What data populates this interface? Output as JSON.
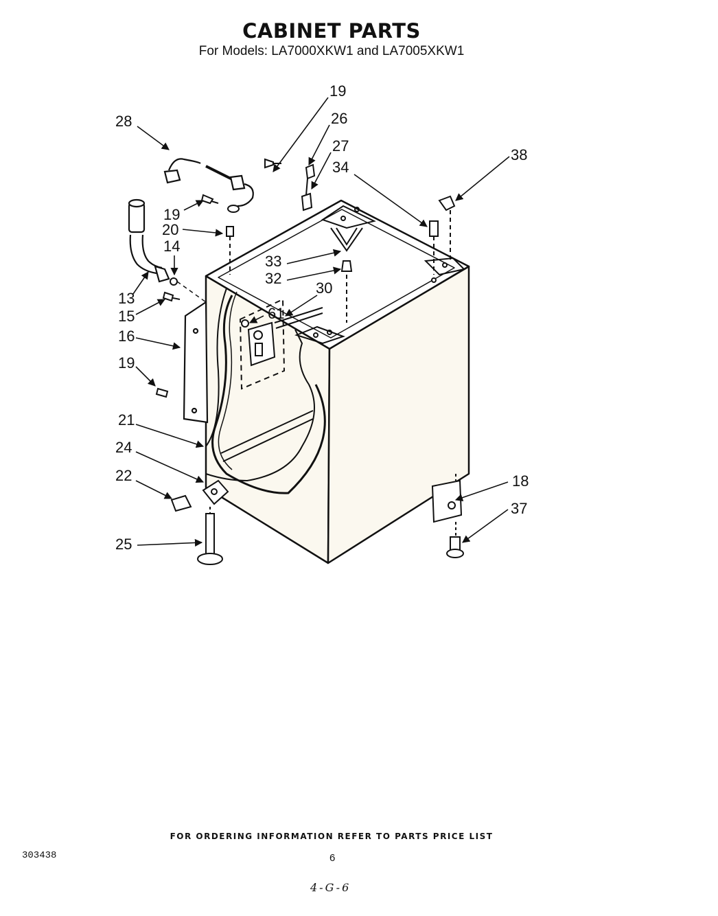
{
  "header": {
    "title": "CABINET PARTS",
    "subtitle": "For Models: LA7000XKW1 and LA7005XKW1"
  },
  "footer": {
    "ordering_note": "FOR ORDERING INFORMATION REFER TO PARTS PRICE LIST",
    "document_number": "303438",
    "page_number": "6",
    "handwritten_note": "4-G-6"
  },
  "callouts": [
    {
      "id": "c19a",
      "label": "19"
    },
    {
      "id": "c26",
      "label": "26"
    },
    {
      "id": "c27",
      "label": "27"
    },
    {
      "id": "c34",
      "label": "34"
    },
    {
      "id": "c38",
      "label": "38"
    },
    {
      "id": "c28",
      "label": "28"
    },
    {
      "id": "c19b",
      "label": "19"
    },
    {
      "id": "c20",
      "label": "20"
    },
    {
      "id": "c14",
      "label": "14"
    },
    {
      "id": "c33",
      "label": "33"
    },
    {
      "id": "c32",
      "label": "32"
    },
    {
      "id": "c30",
      "label": "30"
    },
    {
      "id": "c61",
      "label": "61"
    },
    {
      "id": "c13",
      "label": "13"
    },
    {
      "id": "c15",
      "label": "15"
    },
    {
      "id": "c16",
      "label": "16"
    },
    {
      "id": "c19c",
      "label": "19"
    },
    {
      "id": "c21",
      "label": "21"
    },
    {
      "id": "c24",
      "label": "24"
    },
    {
      "id": "c22",
      "label": "22"
    },
    {
      "id": "c18",
      "label": "18"
    },
    {
      "id": "c37",
      "label": "37"
    },
    {
      "id": "c25",
      "label": "25"
    }
  ]
}
